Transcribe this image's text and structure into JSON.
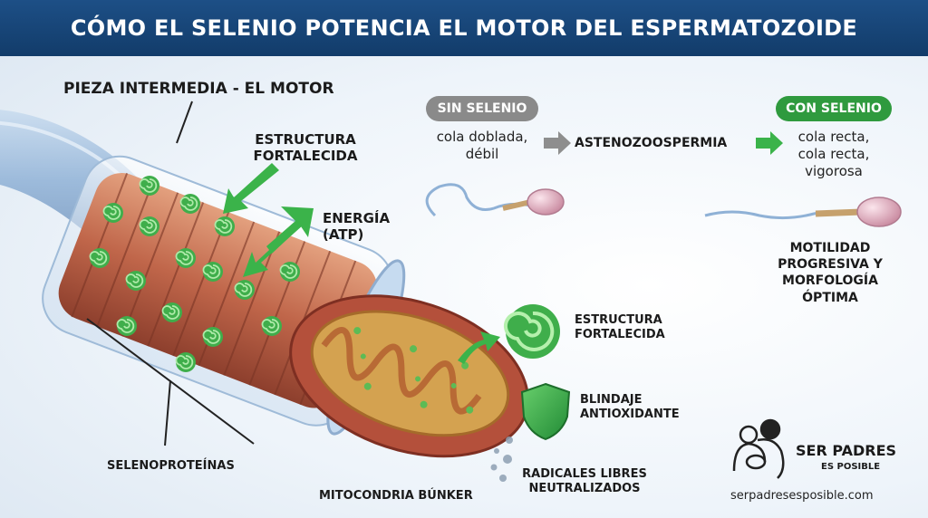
{
  "title": "CÓMO EL SELENIO POTENCIA EL MOTOR DEL ESPERMATOZOIDE",
  "labels": {
    "midpiece": "PIEZA INTERMEDIA - EL MOTOR",
    "structure_top_1": "ESTRUCTURA",
    "structure_top_2": "FORTALECIDA",
    "energy_1": "ENERGÍA",
    "energy_2": "(ATP)",
    "selenoproteins": "SELENOPROTEÍNAS",
    "mitochondria": "MITOCONDRIA BÚNKER",
    "structure_right_1": "ESTRUCTURA",
    "structure_right_2": "FORTALECIDA",
    "shield_1": "BLINDAJE",
    "shield_2": "ANTIOXIDANTE",
    "radicals_1": "RADICALES LIBRES",
    "radicals_2": "NEUTRALIZADOS"
  },
  "comparison": {
    "without_label": "SIN SELENIO",
    "without_desc_1": "cola doblada,",
    "without_desc_2": "débil",
    "condition": "ASTENOZOOSPERMIA",
    "with_label": "CON SELENIO",
    "with_desc_1": "cola recta,",
    "with_desc_2": "cola recta,",
    "with_desc_3": "vigorosa",
    "result_1": "MOTILIDAD",
    "result_2": "PROGRESIVA Y",
    "result_3": "MORFOLOGÍA",
    "result_4": "ÓPTIMA"
  },
  "brand": {
    "name_1": "SER PADRES",
    "name_2": "ES POSIBLE",
    "url": "serpadresesposible.com"
  },
  "colors": {
    "title_bg": "#17457a",
    "gray_pill": "#8a8a8a",
    "green_pill": "#2f9a3e",
    "green_accent": "#3bb34a",
    "copper": "#c0664a"
  },
  "icons": [
    "spiral-icon",
    "shield-icon",
    "arrow-icon",
    "family-logo-icon"
  ]
}
